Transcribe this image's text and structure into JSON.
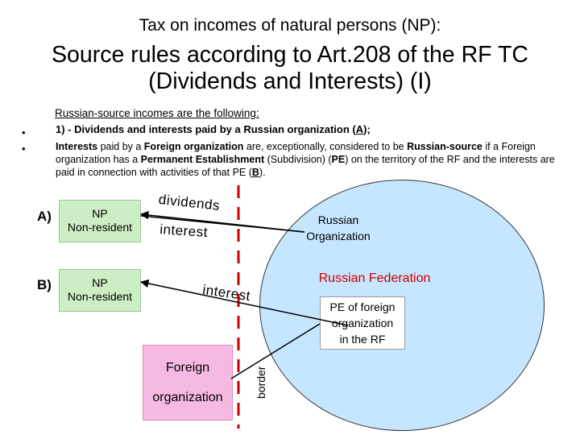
{
  "header": {
    "subtitle": "Tax on incomes of natural persons (NP):",
    "title_line1": "Source rules according to Art.208 of the RF TC",
    "title_line2": "(Dividends and Interests) (I)"
  },
  "body": {
    "intro": "Russian-source incomes are the following:",
    "item1_prefix": "1) - Dividends and interests paid by a Russian organization (",
    "item1_ref": "A",
    "item1_suffix": ");",
    "item2_part1": "Interests",
    "item2_part2": " paid by a ",
    "item2_part3": "Foreign organization",
    "item2_part4": " are, exceptionally, considered to be ",
    "item2_part5": "Russian-source",
    "item2_part6": " if a Foreign organization has a ",
    "item2_part7": "Permanent Establishment",
    "item2_part8": " (Subdivision) (",
    "item2_part9": "PE",
    "item2_part10": ") on the territory of the RF and the interests are paid in connection with activities of that PE (",
    "item2_ref": "B",
    "item2_part11": ")."
  },
  "diagram": {
    "label_a": "A)",
    "label_b": "B)",
    "np_a_line1": "NP",
    "np_a_line2": "Non-resident",
    "np_b_line1": "NP",
    "np_b_line2": "Non-resident",
    "foreign_line1": "Foreign",
    "foreign_line2": "organization",
    "russian_org_line1": "Russian",
    "russian_org_line2": "Organization",
    "rf_label": "Russian Federation",
    "pe_line1": "PE of foreign",
    "pe_line2": "organization",
    "pe_line3": "in the RF",
    "arrow_dividends": "dividends",
    "arrow_interest_a": "interest",
    "arrow_interest_b": "interest",
    "border_label": "border"
  },
  "colors": {
    "np_box": "#cdeec5",
    "foreign_box": "#f6b9e1",
    "federation": "#c6e6ff",
    "border_line": "#cc0000",
    "rf_label": "#cc0000"
  }
}
